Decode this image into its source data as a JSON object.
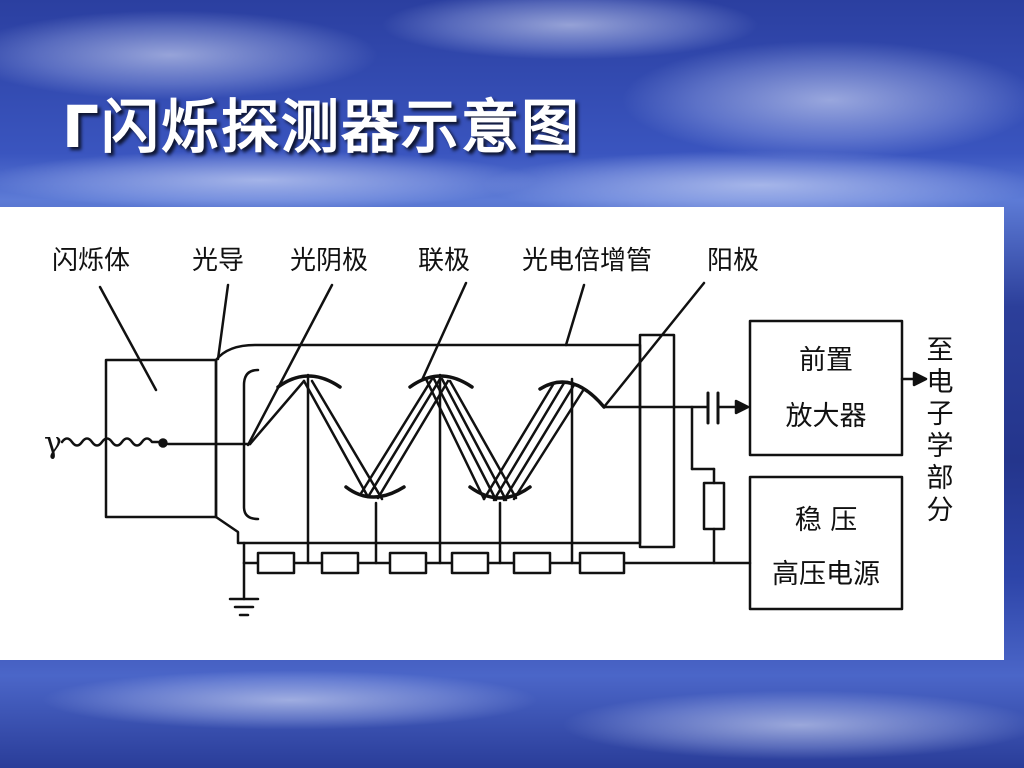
{
  "title": "Γ闪烁探测器示意图",
  "labels": {
    "scintillator": "闪烁体",
    "light_guide": "光导",
    "photocathode": "光阴极",
    "dynode": "联极",
    "pmt": "光电倍增管",
    "anode": "阳极"
  },
  "preamp": {
    "line1": "前置",
    "line2": "放大器"
  },
  "hv_supply": {
    "line1": "稳 压",
    "line2": "高压电源"
  },
  "output_label": [
    "至",
    "电",
    "子",
    "学",
    "部",
    "分"
  ],
  "gamma_symbol": "γ"
}
